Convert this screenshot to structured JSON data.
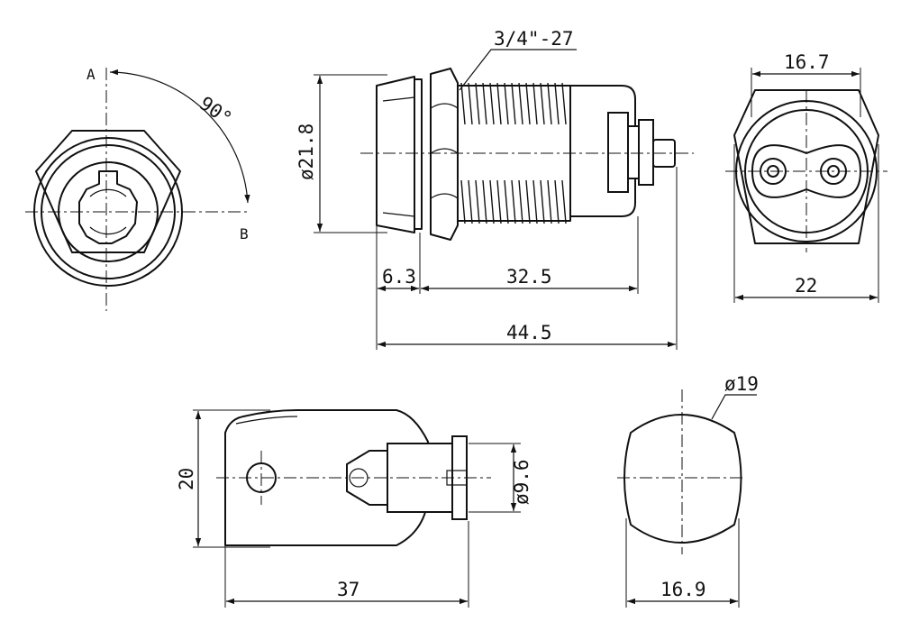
{
  "drawing": {
    "thread_label": "3/4\"-27",
    "angle_label": "90°",
    "point_a": "A",
    "point_b": "B",
    "dims": {
      "flange_diameter": "ø21.8",
      "flange_thickness": "6.3",
      "body_length": "32.5",
      "overall_length": "44.5",
      "hex_flats": "16.7",
      "hex_corners": "22",
      "key_height": "20",
      "key_length": "37",
      "key_blade_diameter": "ø9.6",
      "key_head_diameter": "ø19",
      "key_head_width": "16.9"
    }
  }
}
